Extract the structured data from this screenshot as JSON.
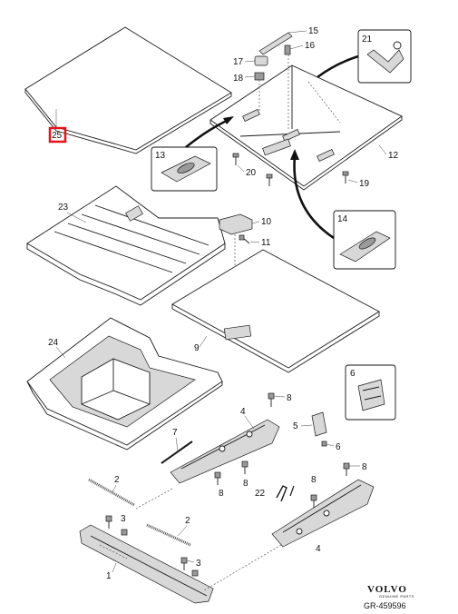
{
  "diagram": {
    "labels": {
      "n1": "1",
      "n2a": "2",
      "n2b": "2",
      "n3a": "3",
      "n3b": "3",
      "n4a": "4",
      "n4b": "4",
      "n5": "5",
      "n6a": "6",
      "n6b": "6",
      "n7": "7",
      "n8a": "8",
      "n8b": "8",
      "n8c": "8",
      "n8d": "8",
      "n8e": "8",
      "n9": "9",
      "n10": "10",
      "n11": "11",
      "n12": "12",
      "n13": "13",
      "n14": "14",
      "n15": "15",
      "n16": "16",
      "n17": "17",
      "n18": "18",
      "n19": "19",
      "n20": "20",
      "n21": "21",
      "n22": "22",
      "n23": "23",
      "n24": "24",
      "n25": "25"
    },
    "highlighted_part": "25",
    "highlight_color": "#e0141e",
    "brand": "VOLVO",
    "brand_tagline": "GENUINE PARTS",
    "reference_code": "GR-459596"
  }
}
